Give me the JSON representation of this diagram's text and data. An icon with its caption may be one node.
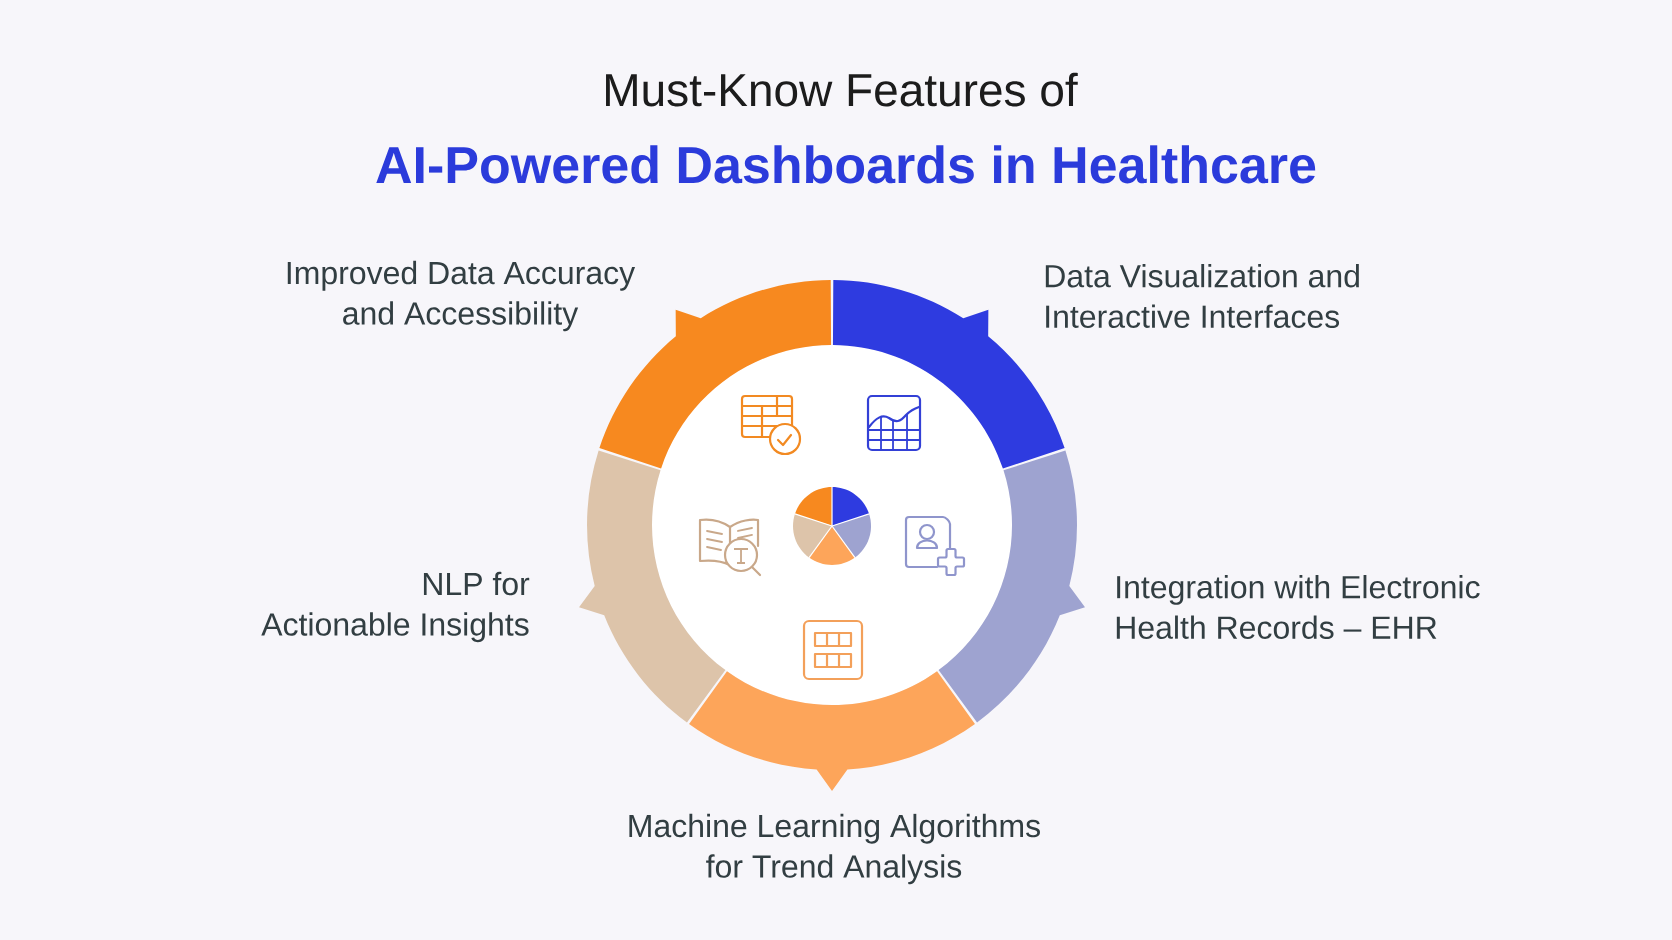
{
  "diagram": {
    "title": "Must-Know Features of",
    "nodes": [
      {
        "text": [
          "Improved Data Accuracy and Accessibility"
        ]
      },
      {
        "text": [
          "Data Visualization and Interactive Interfaces"
        ]
      },
      {
        "text": [
          "NLP for Actionable Insights"
        ]
      },
      {
        "text": [
          "Integration with Electronic Health Records – EHR"
        ]
      },
      {
        "text": [
          "Machine Learning Algorithms for Trend Analysis"
        ]
      }
    ],
    "labels": [
      "AI-Powered Dashboards in Healthcare"
    ]
  }
}
